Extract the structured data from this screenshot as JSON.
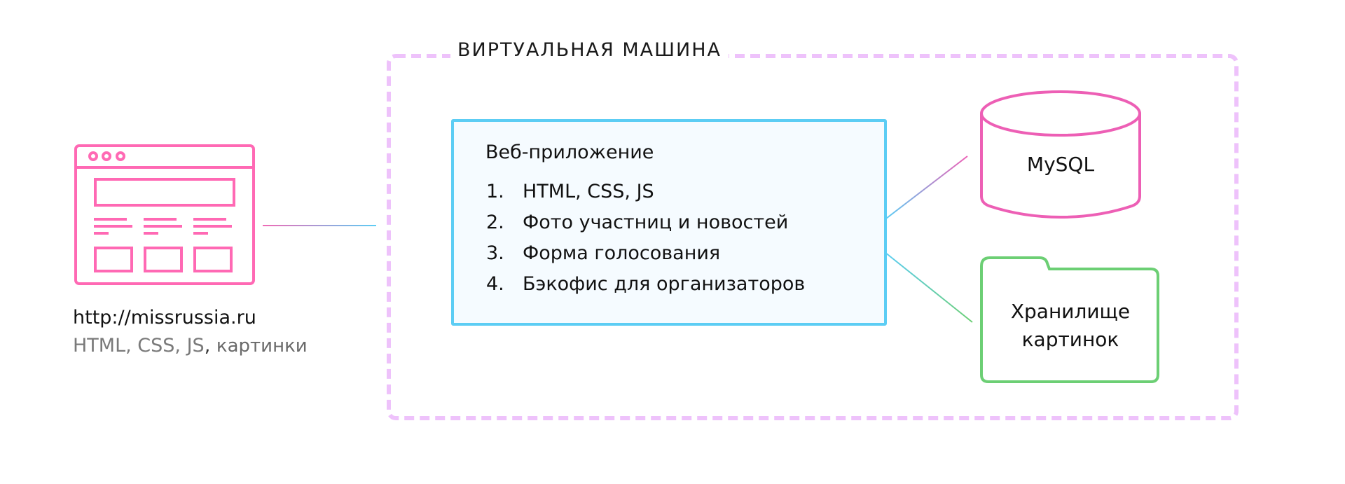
{
  "diagram": {
    "vm_frame": {
      "title": "ВИРТУАЛЬНАЯ МАШИНА",
      "border_color": "#eec2fb"
    },
    "browser_site": {
      "icon": "browser-window-icon",
      "color": "#ff69b4",
      "url": "http://missrussia.ru",
      "assets_code": "HTML, CSS, JS",
      "assets_separator": ",",
      "assets_images": "картинки"
    },
    "web_app": {
      "title": "Веб-приложение",
      "border_color": "#5ccdf4",
      "background": "#f5fbff",
      "items": [
        {
          "num": "1.",
          "label": "HTML, CSS, JS"
        },
        {
          "num": "2.",
          "label": "Фото участниц и новостей"
        },
        {
          "num": "3.",
          "label": "Форма голосования"
        },
        {
          "num": "4.",
          "label": "Бэкофис для организаторов"
        }
      ]
    },
    "database": {
      "icon": "database-cylinder-icon",
      "label": "MySQL",
      "color": "#ed5fb5"
    },
    "storage": {
      "icon": "folder-icon",
      "label_line1": "Хранилище",
      "label_line2": "картинок",
      "color": "#6ccf74"
    },
    "connectors": [
      {
        "from": "browser_site",
        "to": "web_app",
        "gradient": [
          "#f06bb6",
          "#5ccdf4"
        ]
      },
      {
        "from": "web_app",
        "to": "database",
        "gradient": [
          "#5ccdf4",
          "#ed5fb5"
        ]
      },
      {
        "from": "web_app",
        "to": "storage",
        "gradient": [
          "#5ccdf4",
          "#6ccf74"
        ]
      }
    ]
  }
}
